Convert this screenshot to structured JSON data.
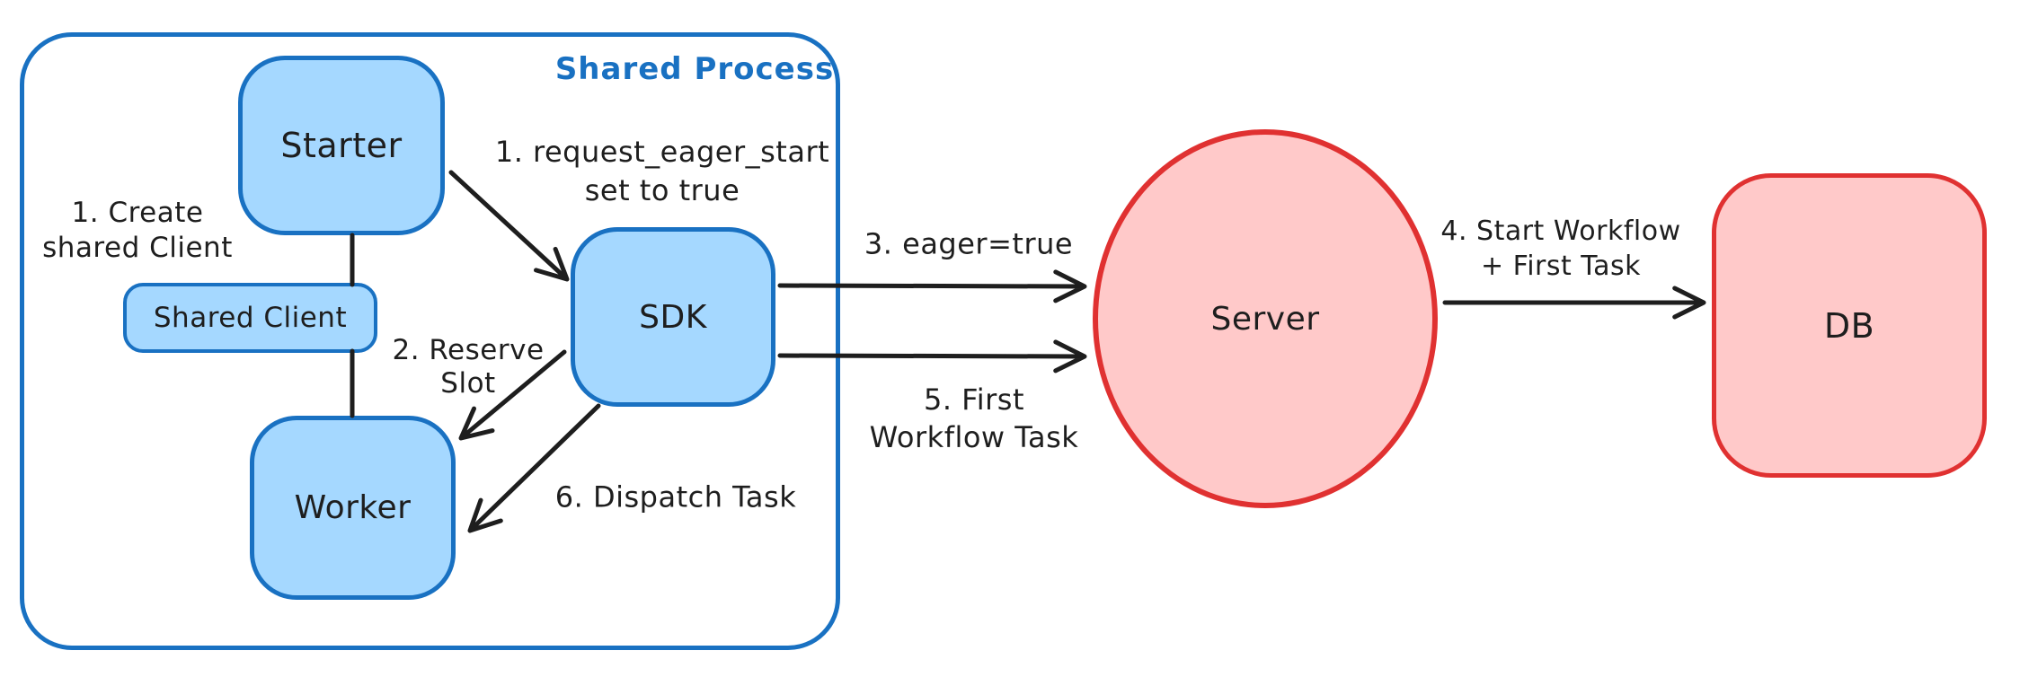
{
  "diagram": {
    "container": {
      "label": "Shared Process"
    },
    "nodes": {
      "starter": {
        "label": "Starter"
      },
      "shared_client": {
        "label": "Shared Client"
      },
      "worker": {
        "label": "Worker"
      },
      "sdk": {
        "label": "SDK"
      },
      "server": {
        "label": "Server"
      },
      "db": {
        "label": "DB"
      }
    },
    "annotations": {
      "create_shared_client": {
        "line1": "1. Create",
        "line2": "shared Client"
      },
      "request_eager_start": {
        "line1": "1. request_eager_start",
        "line2": "set to true"
      },
      "reserve_slot": {
        "line1": "2. Reserve",
        "line2": "Slot"
      },
      "dispatch_task": {
        "text": "6. Dispatch Task"
      },
      "eager_true": {
        "text": "3. eager=true"
      },
      "first_workflow_task": {
        "line1": "5. First",
        "line2": "Workflow Task"
      },
      "start_workflow": {
        "line1": "4. Start Workflow",
        "line2": "+ First Task"
      }
    },
    "colors": {
      "blue_stroke": "#1971c2",
      "blue_fill": "#a5d8ff",
      "red_stroke": "#e03131",
      "red_fill": "#ffc9c9",
      "ink": "#1e1e1e",
      "background": "#ffffff"
    }
  }
}
